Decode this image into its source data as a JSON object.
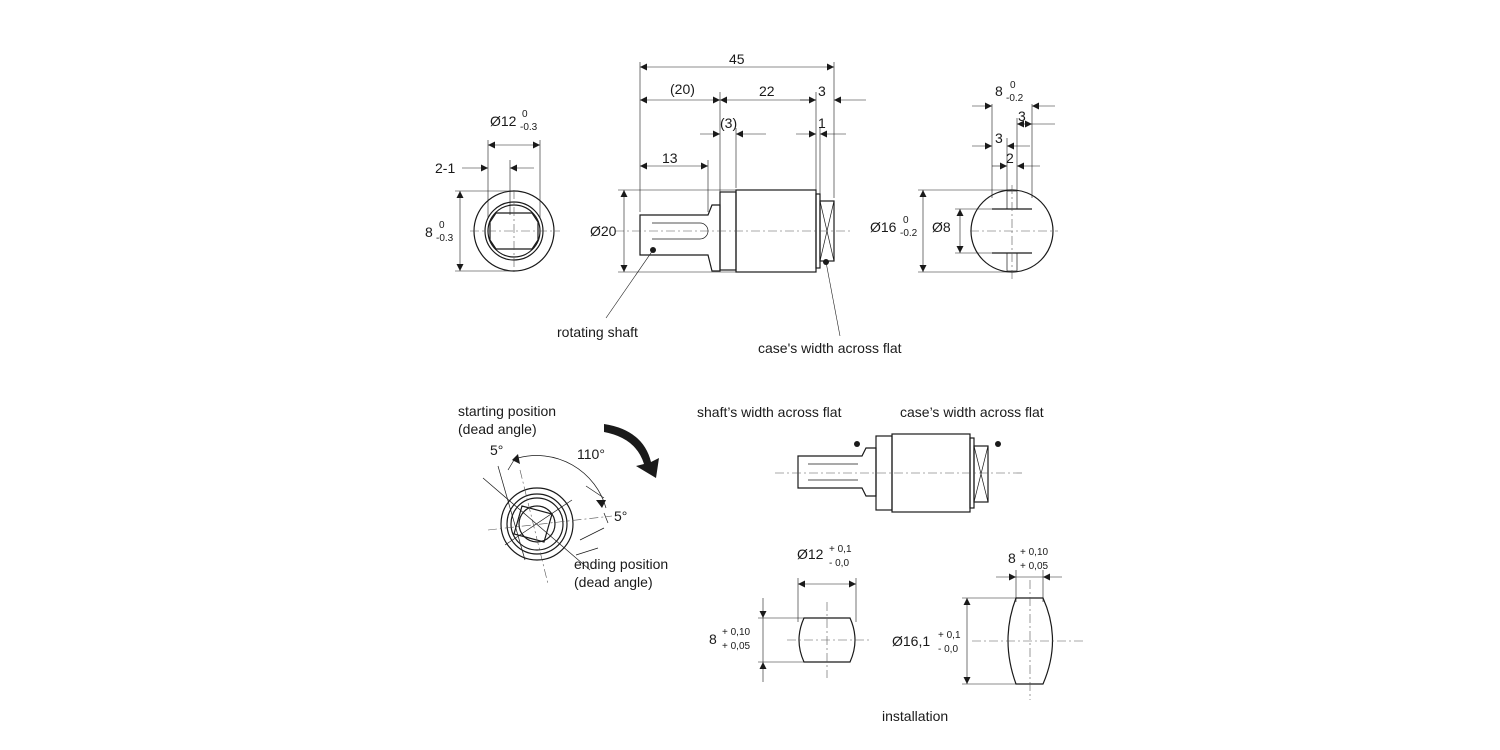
{
  "front_left": {
    "dia12": "Ø12",
    "dia12_tol_upper": "0",
    "dia12_tol_lower": "-0.3",
    "label_2_1": "2-1",
    "flat8": "8",
    "flat8_tol_upper": "0",
    "flat8_tol_lower": "-0.3"
  },
  "side_view": {
    "total_45": "45",
    "dim_20": "(20)",
    "dim_22": "22",
    "dim_3_right": "3",
    "dim_3_paren": "(3)",
    "dim_1": "1",
    "dim_13": "13",
    "dia20": "Ø20",
    "rotating_shaft": "rotating shaft",
    "case_flat": "case's width across flat"
  },
  "front_right": {
    "flat8": "8",
    "flat8_tol_upper": "0",
    "flat8_tol_lower": "-0.2",
    "dim_3a": "3",
    "dim_3b": "3",
    "dim_2": "2",
    "dia16": "Ø16",
    "dia16_tol_upper": "0",
    "dia16_tol_lower": "-0.2",
    "dia8": "Ø8"
  },
  "rotation": {
    "start_line1": "starting position",
    "start_line2": "(dead angle)",
    "angle_5_top": "5°",
    "angle_110": "110°",
    "angle_5_right": "5°",
    "end_line1": "ending position",
    "end_line2": "(dead angle)"
  },
  "install": {
    "shaft_flat": "shaft’s width across flat",
    "case_flat": "case’s width across flat",
    "dia12": "Ø12",
    "dia12_tol_upper": "+ 0,1",
    "dia12_tol_lower": "- 0,0",
    "flat8_left": "8",
    "flat8_left_tol_upper": "+ 0,10",
    "flat8_left_tol_lower": "+ 0,05",
    "flat8_right": "8",
    "flat8_right_tol_upper": "+ 0,10",
    "flat8_right_tol_lower": "+ 0,05",
    "dia16": "Ø16,1",
    "dia16_tol_upper": "+ 0,1",
    "dia16_tol_lower": "- 0,0",
    "caption": "installation"
  }
}
